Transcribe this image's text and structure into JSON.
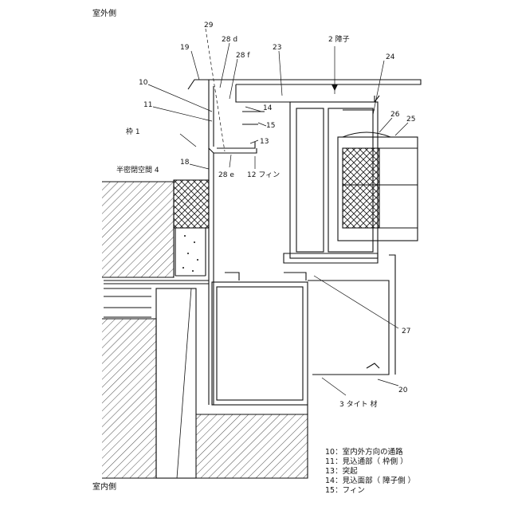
{
  "sides": {
    "outdoor": "室外側",
    "indoor": "室内側"
  },
  "labels": {
    "frame": "枠 1",
    "shoji": "2 障子",
    "seal": "3 タイト 材",
    "space": "半密閉空間 4",
    "fin": "12 フィン",
    "n10": "10",
    "n11": "11",
    "n13": "13",
    "n14": "14",
    "n15": "15",
    "n18": "18",
    "n19": "19",
    "n20": "20",
    "n23": "23",
    "n24": "24",
    "n25": "25",
    "n26": "26",
    "n27": "27",
    "n28d": "28 d",
    "n28e": "28 e",
    "n28f": "28 f",
    "n29": "29"
  },
  "legend": [
    {
      "num": "10",
      "text": "室内外方向の通路"
    },
    {
      "num": "11",
      "text": "見込通部（ 枠側 ）"
    },
    {
      "num": "13",
      "text": "突起"
    },
    {
      "num": "14",
      "text": "見込面部（ 障子側 ）"
    },
    {
      "num": "15",
      "text": "フィン"
    }
  ]
}
